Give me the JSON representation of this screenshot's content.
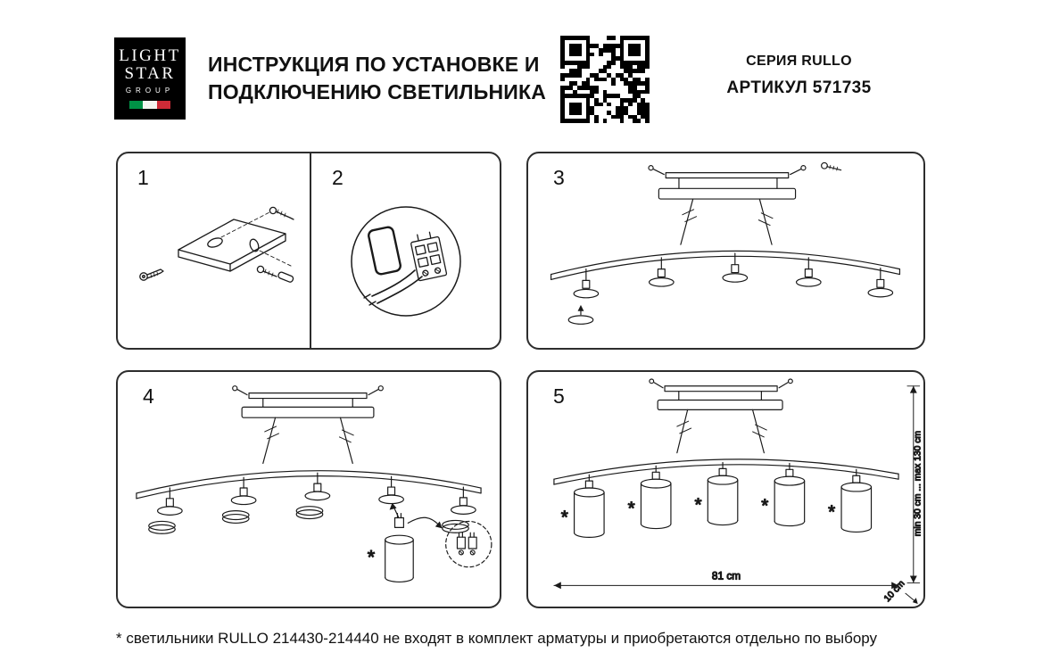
{
  "colors": {
    "ink": "#1a1a1a",
    "flag_green": "#009246",
    "flag_white": "#f4f5f0",
    "flag_red": "#ce2b37",
    "logo_bg": "#000000"
  },
  "logo": {
    "line1": "LIGHT",
    "line2": "STAR",
    "line3": "GROUP"
  },
  "header": {
    "title_line1": "ИНСТРУКЦИЯ ПО УСТАНОВКЕ И",
    "title_line2": "ПОДКЛЮЧЕНИЮ СВЕТИЛЬНИКА",
    "series": "СЕРИЯ RULLO",
    "article": "АРТИКУЛ 571735"
  },
  "steps": {
    "s1": "1",
    "s2": "2",
    "s3": "3",
    "s4": "4",
    "s5": "5"
  },
  "dimensions": {
    "width": "81 cm",
    "height_range": "min 30 cm ... max 130 cm",
    "offset": "10 cm"
  },
  "marker": "*",
  "footnote": "* светильники RULLO 214430-214440 не входят в комплект арматуры и приобретаются отдельно по выбору"
}
